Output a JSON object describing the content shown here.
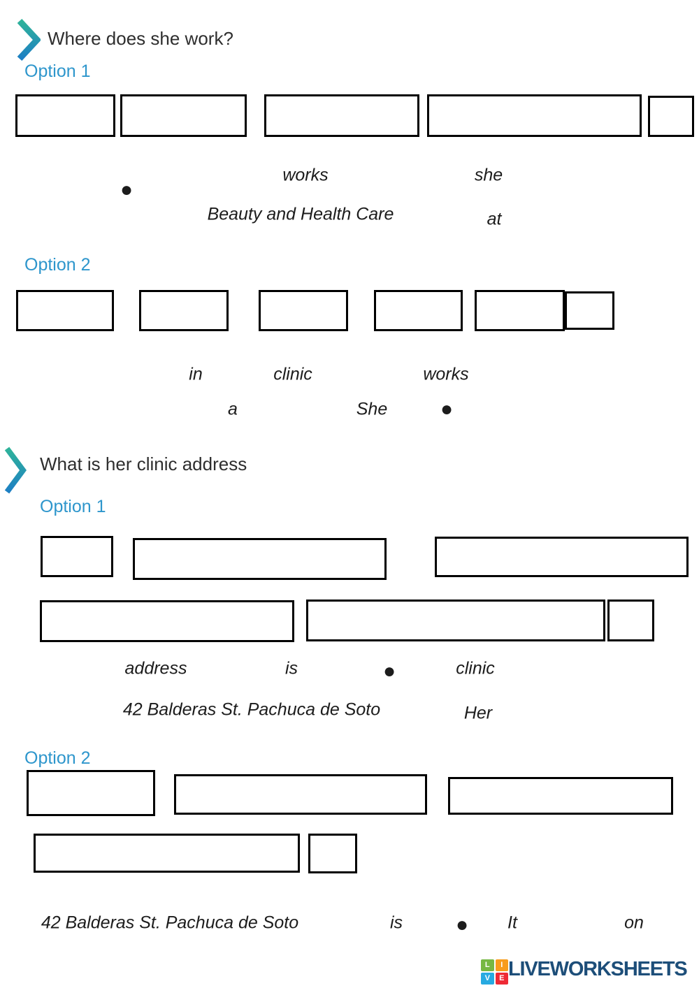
{
  "colors": {
    "accent": "#2e96cc",
    "heading": "#2e2e2e",
    "chevron_top": "#2fb39a",
    "chevron_bottom": "#1d7fc4",
    "logo_navy": "#1d4e79",
    "logo_green": "#77b843",
    "logo_orange": "#f89c1c",
    "logo_blue": "#27aae1",
    "logo_red": "#ee2a35"
  },
  "questions": [
    {
      "title": "Where does she work?",
      "options": [
        {
          "label": "Option 1",
          "words": [
            {
              "text": "works"
            },
            {
              "text": "she"
            },
            {
              "text": "●"
            },
            {
              "text": "Beauty and Health Care"
            },
            {
              "text": "at"
            }
          ]
        },
        {
          "label": "Option 2",
          "words": [
            {
              "text": "in"
            },
            {
              "text": "clinic"
            },
            {
              "text": "works"
            },
            {
              "text": "a"
            },
            {
              "text": "She"
            },
            {
              "text": "●"
            }
          ]
        }
      ]
    },
    {
      "title": "What is her clinic address",
      "options": [
        {
          "label": "Option 1",
          "words": [
            {
              "text": "address"
            },
            {
              "text": "is"
            },
            {
              "text": "●"
            },
            {
              "text": "clinic"
            },
            {
              "text": "42 Balderas St. Pachuca de Soto"
            },
            {
              "text": "Her"
            }
          ]
        },
        {
          "label": "Option 2",
          "words": [
            {
              "text": "42 Balderas St. Pachuca de Soto"
            },
            {
              "text": "is"
            },
            {
              "text": "●"
            },
            {
              "text": "It"
            },
            {
              "text": "on"
            }
          ]
        }
      ]
    }
  ],
  "footer": {
    "brand": "LIVEWORKSHEETS",
    "squares": [
      {
        "letter": "L"
      },
      {
        "letter": "I"
      },
      {
        "letter": "V"
      },
      {
        "letter": "E"
      }
    ]
  }
}
